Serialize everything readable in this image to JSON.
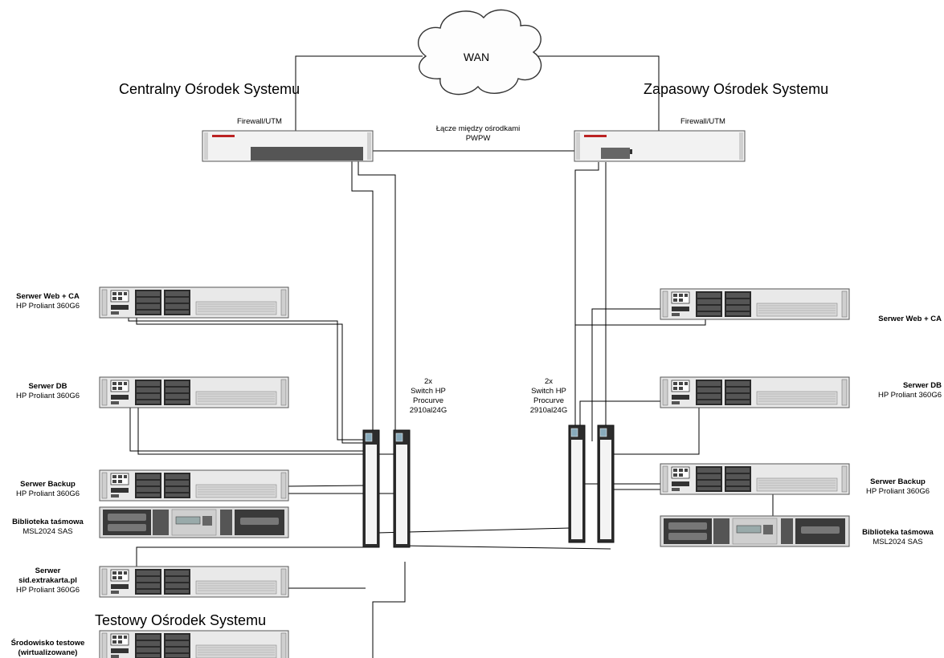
{
  "wan": {
    "label": "WAN"
  },
  "sites": {
    "central": "Centralny Ośrodek Systemu",
    "backup": "Zapasowy Ośrodek Systemu",
    "test": "Testowy Ośrodek Systemu"
  },
  "firewall": {
    "left_label": "Firewall/UTM",
    "right_label": "Firewall/UTM"
  },
  "link": {
    "line1": "Łącze między ośrodkami",
    "line2": "PWPW"
  },
  "switches": {
    "left": [
      "2x",
      "Switch HP",
      "Procurve",
      "2910al24G"
    ],
    "right": [
      "2x",
      "Switch HP",
      "Procurve",
      "2910al24G"
    ]
  },
  "left_devices": {
    "web": {
      "name": "Serwer Web + CA",
      "model": "HP Proliant 360G6"
    },
    "db": {
      "name": "Serwer DB",
      "model": "HP Proliant 360G6"
    },
    "backup": {
      "name": "Serwer Backup",
      "model": "HP Proliant 360G6"
    },
    "tape": {
      "name": "Biblioteka taśmowa",
      "model": "MSL2024 SAS"
    },
    "sid": {
      "name1": "Serwer",
      "name2": "sid.extrakarta.pl",
      "model": "HP Proliant 360G6"
    },
    "testenv": {
      "name1": "Środowisko testowe",
      "name2": "(wirtualizowane)"
    }
  },
  "right_devices": {
    "web": {
      "name": "Serwer Web + CA"
    },
    "db": {
      "name": "Serwer DB",
      "model": "HP Proliant 360G6"
    },
    "backup": {
      "name": "Serwer Backup",
      "model": "HP Proliant 360G6"
    },
    "tape": {
      "name": "Biblioteka taśmowa",
      "model": "MSL2024 SAS"
    }
  },
  "colors": {
    "line": "#000000",
    "device_fill": "#e8e8e8",
    "device_dark": "#2a2a2a",
    "firewall_fill": "#f2f2f2"
  },
  "icons": {
    "wan": "cloud-icon",
    "firewall": "firewall-appliance-icon",
    "switch": "network-switch-icon",
    "server": "rack-server-icon",
    "tape": "tape-library-icon"
  }
}
